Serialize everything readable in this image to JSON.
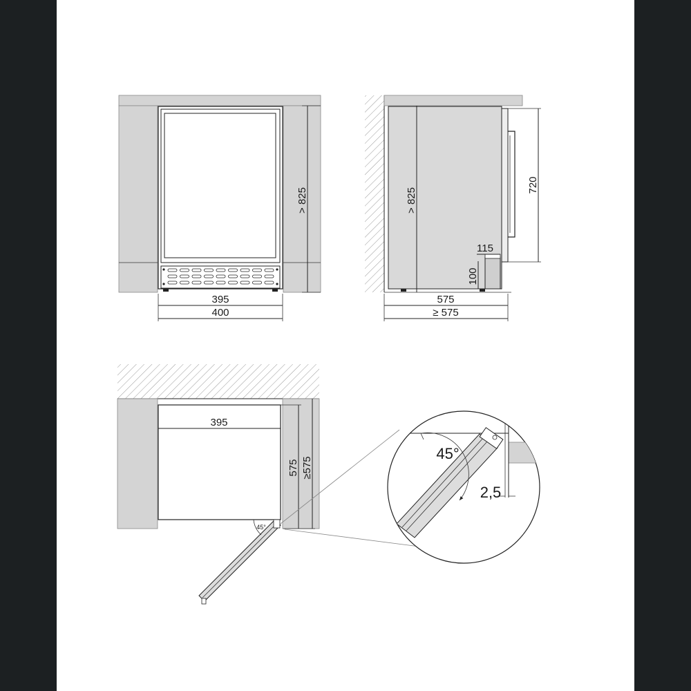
{
  "front_view": {
    "height_label": "> 825",
    "width_inner_label": "395",
    "width_outer_label": "400"
  },
  "side_view": {
    "height_label": "> 825",
    "door_height_label": "720",
    "depth_label": "575",
    "min_depth_label": "≥ 575",
    "plinth_depth_label": "115",
    "plinth_height_label": "100"
  },
  "top_view": {
    "width_label": "395",
    "depth_label": "575",
    "min_depth_label": "≥575",
    "door_angle_label": "45°"
  },
  "detail_view": {
    "angle_label": "45°",
    "gap_label": "2,5"
  }
}
